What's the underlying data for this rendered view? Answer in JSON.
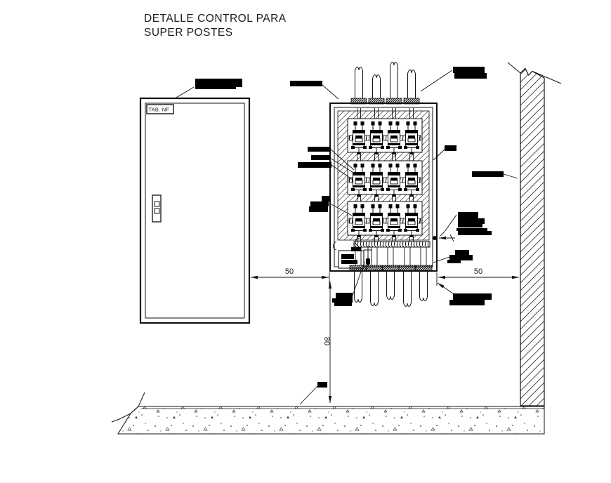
{
  "title": {
    "line1": "DETALLE CONTROL PARA",
    "line2": "SUPER POSTES"
  },
  "door": {
    "tag": "TAB. NF"
  },
  "dimensions": {
    "door_to_panel": "50",
    "panel_to_wall": "50",
    "panel_bottom_to_ground": "80"
  },
  "panel": {
    "meter_rows": 3,
    "meters_per_row": 4,
    "incoming_conduits": 4,
    "outgoing_conduits": 5
  },
  "colors": {
    "ink": "#1c1c1c",
    "paper": "#ffffff"
  }
}
